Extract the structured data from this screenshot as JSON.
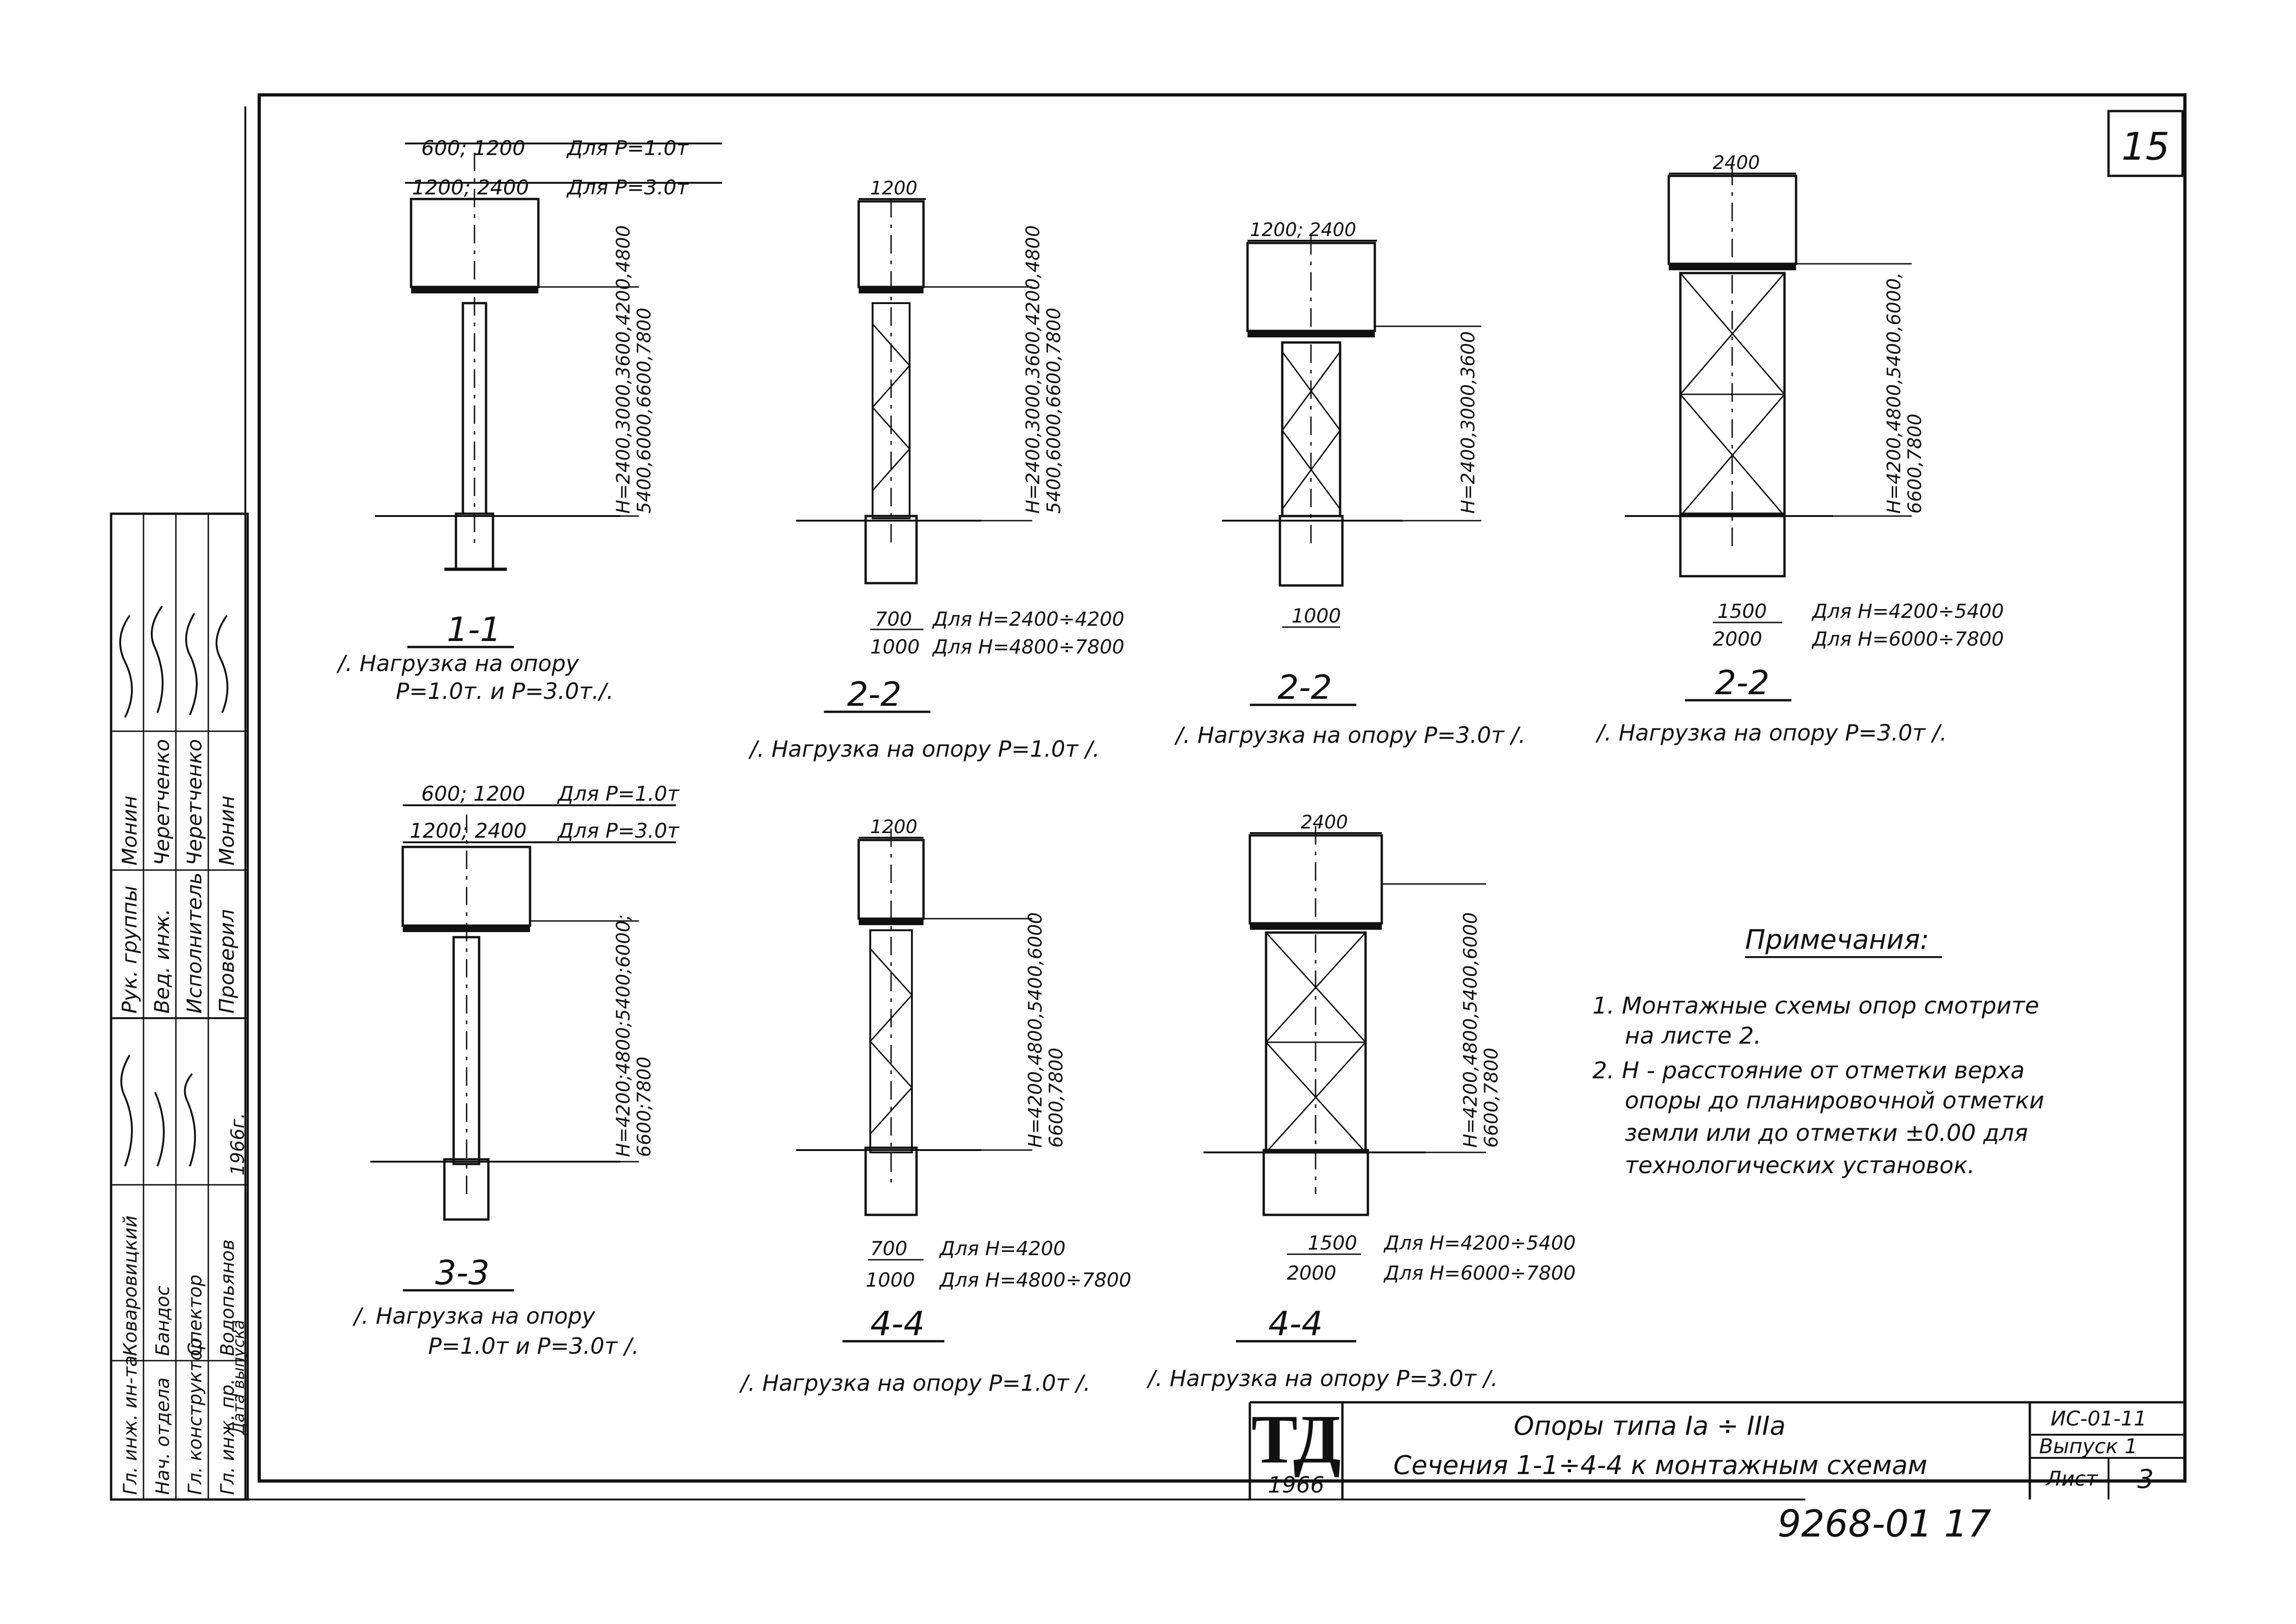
{
  "sheet_number": "15",
  "sections": {
    "s11": {
      "dim_top_1": "600; 1200",
      "dim_top_1_note": "Для P=1.0т",
      "dim_top_2": "1200; 2400",
      "dim_top_2_note": "Для P=3.0т",
      "height_1": "H=2400,3000,3600,4200,4800",
      "height_2": "5400,6000,6600,7800",
      "label": "1-1",
      "caption_1": "/. Нагрузка на опору",
      "caption_2": "P=1.0т. и P=3.0т./."
    },
    "s22a": {
      "dim_top": "1200",
      "height_1": "H=2400,3000,3600,4200,4800",
      "height_2": "5400,6000,6600,7800",
      "base_1": "700",
      "base_1_note": "Для H=2400÷4200",
      "base_2": "1000",
      "base_2_note": "Для H=4800÷7800",
      "label": "2-2",
      "caption": "/. Нагрузка на опору P=1.0т /."
    },
    "s22b": {
      "dim_top": "1200; 2400",
      "height_1": "H=2400,3000,3600",
      "base": "1000",
      "label": "2-2",
      "caption": "/. Нагрузка на опору P=3.0т /."
    },
    "s22c": {
      "dim_top": "2400",
      "height_1": "H=4200,4800,5400,6000,",
      "height_2": "6600,7800",
      "base_1": "1500",
      "base_1_note": "Для H=4200÷5400",
      "base_2": "2000",
      "base_2_note": "Для H=6000÷7800",
      "label": "2-2",
      "caption": "/. Нагрузка на опору P=3.0т /."
    },
    "s33": {
      "dim_top_1": "600; 1200",
      "dim_top_1_note": "Для P=1.0т",
      "dim_top_2": "1200; 2400",
      "dim_top_2_note": "Для P=3.0т",
      "height_1": "H=4200;4800;5400;6000;",
      "height_2": "6600;7800",
      "label": "3-3",
      "caption_1": "/. Нагрузка на опору",
      "caption_2": "P=1.0т и P=3.0т /."
    },
    "s44a": {
      "dim_top": "1200",
      "height_1": "H=4200,4800,5400,6000",
      "height_2": "6600,7800",
      "base_1": "700",
      "base_1_note": "Для H=4200",
      "base_2": "1000",
      "base_2_note": "Для H=4800÷7800",
      "label": "4-4",
      "caption": "/. Нагрузка на опору P=1.0т /."
    },
    "s44b": {
      "dim_top": "2400",
      "height_1": "H=4200,4800,5400,6000",
      "height_2": "6600,7800",
      "base_1": "1500",
      "base_1_note": "Для H=4200÷5400",
      "base_2": "2000",
      "base_2_note": "Для H=6000÷7800",
      "label": "4-4",
      "caption": "/. Нагрузка на опору P=3.0т /."
    }
  },
  "notes": {
    "title": "Примечания:",
    "lines": [
      "1. Монтажные схемы опор смотрите",
      "на листе 2.",
      "2. H - расстояние от отметки верха",
      "опоры до планировочной отметки",
      "земли или до отметки ±0.00 для",
      "технологических установок."
    ]
  },
  "side_stamp": {
    "rows": [
      [
        "Рук. группы",
        "Монин"
      ],
      [
        "Вед. инж.",
        "Черетченко"
      ],
      [
        "Исполнитель",
        "Черетченко"
      ],
      [
        "Проверил",
        "Монин"
      ]
    ],
    "rows2": [
      [
        "Гл. инж. ин-та",
        "Коваровицкий"
      ],
      [
        "Нач. отдела",
        "Бандос"
      ],
      [
        "Гл. конструктор",
        "Спектор"
      ],
      [
        "Гл. инж. пр.",
        "Водопьянов"
      ]
    ],
    "date_label": "Дата выпуска",
    "year": "1966г."
  },
  "title_block": {
    "logo": "ТД",
    "logo_year": "1966",
    "title_1": "Опоры типа Iа ÷ IIIа",
    "title_2": "Сечения 1-1÷4-4 к монтажным схемам",
    "code": "ИС-01-11",
    "issue": "Выпуск 1",
    "sheet_label": "Лист",
    "sheet_value": "3"
  },
  "footer_number": "9268-01 17"
}
